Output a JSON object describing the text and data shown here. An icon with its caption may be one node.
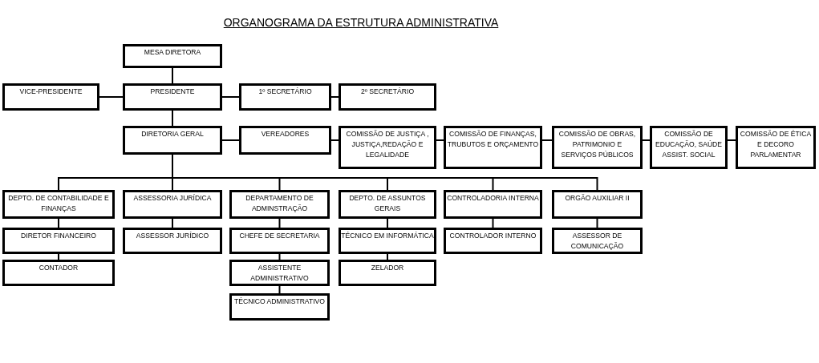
{
  "diagram": {
    "title": "ORGANOGRAMA DA ESTRUTURA ADMINISTRATIVA",
    "nodes": [
      {
        "text": [
          "MESA DIRETORA"
        ]
      },
      {
        "text": [
          "VICE-PRESIDENTE"
        ]
      },
      {
        "text": [
          "PRESIDENTE"
        ]
      },
      {
        "text": [
          "1º SECRETÁRIO"
        ]
      },
      {
        "text": [
          "2º SECRETÁRIO"
        ]
      },
      {
        "text": [
          "DIRETORIA GERAL"
        ]
      },
      {
        "text": [
          "VEREADORES"
        ]
      },
      {
        "text": [
          "COMISSÃO DE JUSTIÇA , JUSTIÇA,REDAÇÃO E LEGALIDADE"
        ]
      },
      {
        "text": [
          "COMISSÃO DE FINANÇAS, TRUBUTOS E ORÇAMENTO"
        ]
      },
      {
        "text": [
          "COMISSÃO DE OBRAS, PATRIMONIO E SERVIÇOS PÚBLICOS"
        ]
      },
      {
        "text": [
          "COMISSÃO DE EDUCAÇÃO, SAÚDE ASSIST. SOCIAL"
        ]
      },
      {
        "text": [
          "COMISSÃO DE ÉTICA E DECORO PARLAMENTAR"
        ]
      },
      {
        "text": [
          "DEPTO. DE CONTABILIDADE E FINANÇAS"
        ]
      },
      {
        "text": [
          "ASSESSORIA JURÍDICA"
        ]
      },
      {
        "text": [
          "DEPARTAMENTO DE ADMINSTRAÇÃO"
        ]
      },
      {
        "text": [
          "DEPTO. DE ASSUNTOS GERAIS"
        ]
      },
      {
        "text": [
          "CONTROLADORIA INTERNA"
        ]
      },
      {
        "text": [
          "ORGÃO AUXILIAR II"
        ]
      },
      {
        "text": [
          "DIRETOR FINANCEIRO"
        ]
      },
      {
        "text": [
          "ASSESSOR JURÍDICO"
        ]
      },
      {
        "text": [
          "CHEFE DE SECRETARIA"
        ]
      },
      {
        "text": [
          "TÉCNICO EM INFORMÁTICA"
        ]
      },
      {
        "text": [
          "CONTROLADOR INTERNO"
        ]
      },
      {
        "text": [
          "ASSESSOR DE COMUNICAÇÃO"
        ]
      },
      {
        "text": [
          "CONTADOR"
        ]
      },
      {
        "text": [
          "ASSISTENTE ADMINISTRATIVO"
        ]
      },
      {
        "text": [
          "ZELADOR"
        ]
      },
      {
        "text": [
          "TÉCNICO ADMINISTRATIVO"
        ]
      }
    ],
    "edges": [
      {
        "from": 0,
        "to": 2,
        "arrow": "none"
      },
      {
        "from": 2,
        "to": 1,
        "arrow": "none"
      },
      {
        "from": 2,
        "to": 3,
        "arrow": "none"
      },
      {
        "from": 3,
        "to": 4,
        "arrow": "none"
      },
      {
        "from": 2,
        "to": 5,
        "arrow": "none"
      },
      {
        "from": 5,
        "to": 6,
        "arrow": "none"
      },
      {
        "from": 6,
        "to": 7,
        "arrow": "none"
      },
      {
        "from": 7,
        "to": 8,
        "arrow": "none"
      },
      {
        "from": 8,
        "to": 9,
        "arrow": "none"
      },
      {
        "from": 9,
        "to": 10,
        "arrow": "none"
      },
      {
        "from": 10,
        "to": 11,
        "arrow": "none"
      },
      {
        "from": 5,
        "to": 12,
        "arrow": "none"
      },
      {
        "from": 5,
        "to": 13,
        "arrow": "none"
      },
      {
        "from": 5,
        "to": 14,
        "arrow": "none"
      },
      {
        "from": 5,
        "to": 15,
        "arrow": "none"
      },
      {
        "from": 5,
        "to": 16,
        "arrow": "none"
      },
      {
        "from": 5,
        "to": 17,
        "arrow": "none"
      },
      {
        "from": 12,
        "to": 18,
        "arrow": "none"
      },
      {
        "from": 18,
        "to": 24,
        "arrow": "none"
      },
      {
        "from": 13,
        "to": 19,
        "arrow": "none"
      },
      {
        "from": 14,
        "to": 20,
        "arrow": "none"
      },
      {
        "from": 20,
        "to": 25,
        "arrow": "none"
      },
      {
        "from": 25,
        "to": 27,
        "arrow": "none"
      },
      {
        "from": 15,
        "to": 21,
        "arrow": "none"
      },
      {
        "from": 21,
        "to": 26,
        "arrow": "none"
      },
      {
        "from": 16,
        "to": 22,
        "arrow": "none"
      },
      {
        "from": 17,
        "to": 23,
        "arrow": "none"
      }
    ]
  }
}
